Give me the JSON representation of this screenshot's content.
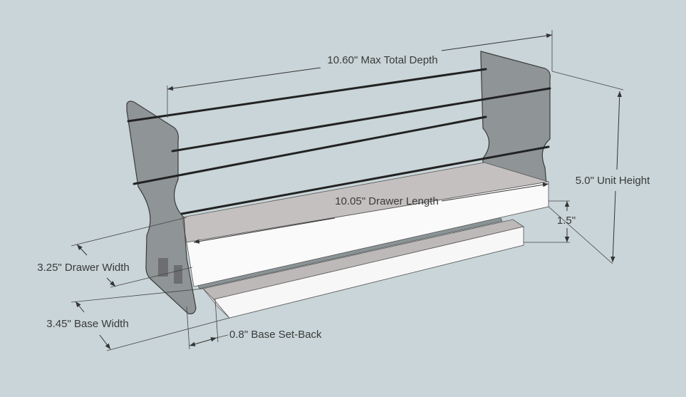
{
  "diagram": {
    "labels": {
      "max_total_depth": "10.60\" Max Total Depth",
      "drawer_length": "10.05\" Drawer Length",
      "unit_height": "5.0\" Unit Height",
      "base_gap": "1.5\"",
      "drawer_width": "3.25\" Drawer Width",
      "base_width": "3.45\" Base Width",
      "base_setback": "0.8\" Base Set-Back"
    },
    "colors": {
      "background": "#c9d5d8",
      "panel": "#7b7d80",
      "drawer_top": "#c4c0bf",
      "drawer_front": "#fbfafa",
      "wire": "#222222"
    }
  }
}
